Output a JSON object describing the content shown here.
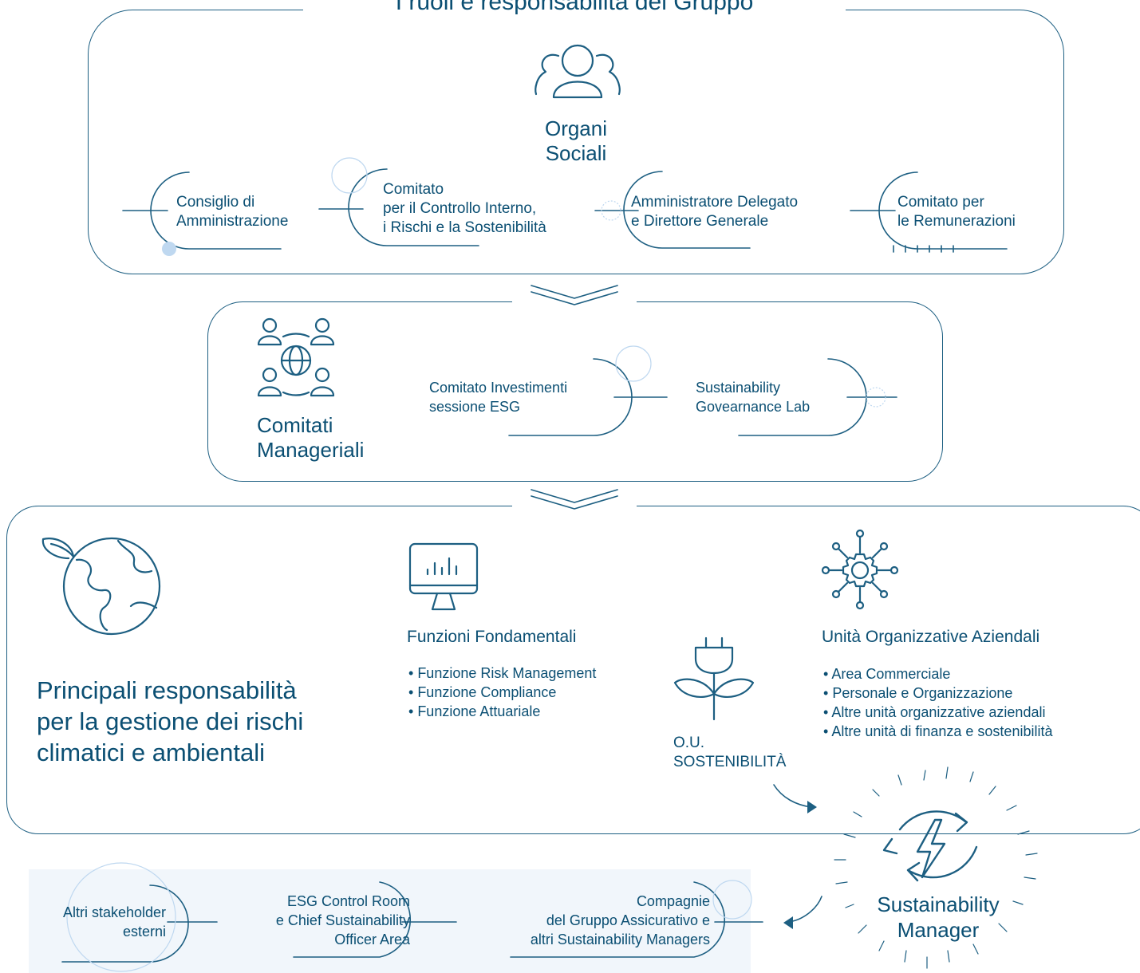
{
  "title": "I ruoli e responsabilità del Gruppo",
  "organi_sociali": {
    "label_line1": "Organi",
    "label_line2": "Sociali",
    "members": [
      {
        "line1": "Consiglio di",
        "line2": "Amministrazione"
      },
      {
        "line1": "Comitato",
        "line2": "per il Controllo Interno,",
        "line3": "i Rischi e la Sostenibilità"
      },
      {
        "line1": "Amministratore Delegato",
        "line2": "e Direttore Generale"
      },
      {
        "line1": "Comitato per",
        "line2": "le Remunerazioni"
      }
    ]
  },
  "comitati_manageriali": {
    "label_line1": "Comitati",
    "label_line2": "Manageriali",
    "members": [
      {
        "line1": "Comitato Investimenti",
        "line2": "sessione ESG"
      },
      {
        "line1": "Sustainability",
        "line2": "Govearnance Lab"
      }
    ]
  },
  "principali": {
    "line1": "Principali responsabilità",
    "line2": "per la gestione dei rischi",
    "line3": "climatici e ambientali"
  },
  "funzioni": {
    "title": "Funzioni Fondamentali",
    "items": [
      "Funzione Risk Management",
      "Funzione Compliance",
      "Funzione Attuariale"
    ]
  },
  "unita": {
    "title": "Unità Organizzative Aziendali",
    "items": [
      "Area Commerciale",
      "Personale e Organizzazione",
      "Altre unità organizzative aziendali",
      "Altre unità di finanza e sostenibilità"
    ]
  },
  "ou": {
    "line1": "O.U.",
    "line2": "SOSTENIBILITÀ"
  },
  "sustainability_manager": {
    "line1": "Sustainability",
    "line2": "Manager"
  },
  "bottom": [
    {
      "line1": "Compagnie",
      "line2": "del Gruppo Assicurativo e",
      "line3": "altri Sustainability Managers"
    },
    {
      "line1": "ESG Control Room",
      "line2": "e Chief Sustainability",
      "line3": "Officer Area"
    },
    {
      "line1": "Altri stakeholder",
      "line2": "esterni"
    }
  ],
  "colors": {
    "primary": "#0b4f73",
    "line": "#1d5f82",
    "accent_light": "#bfd8f0",
    "shade": "#f1f6fb"
  },
  "icons": [
    "people-group-icon",
    "meeting-globe-icon",
    "earth-leaf-icon",
    "monitor-chart-icon",
    "gear-network-icon",
    "plug-plant-icon",
    "energy-cycle-icon"
  ]
}
